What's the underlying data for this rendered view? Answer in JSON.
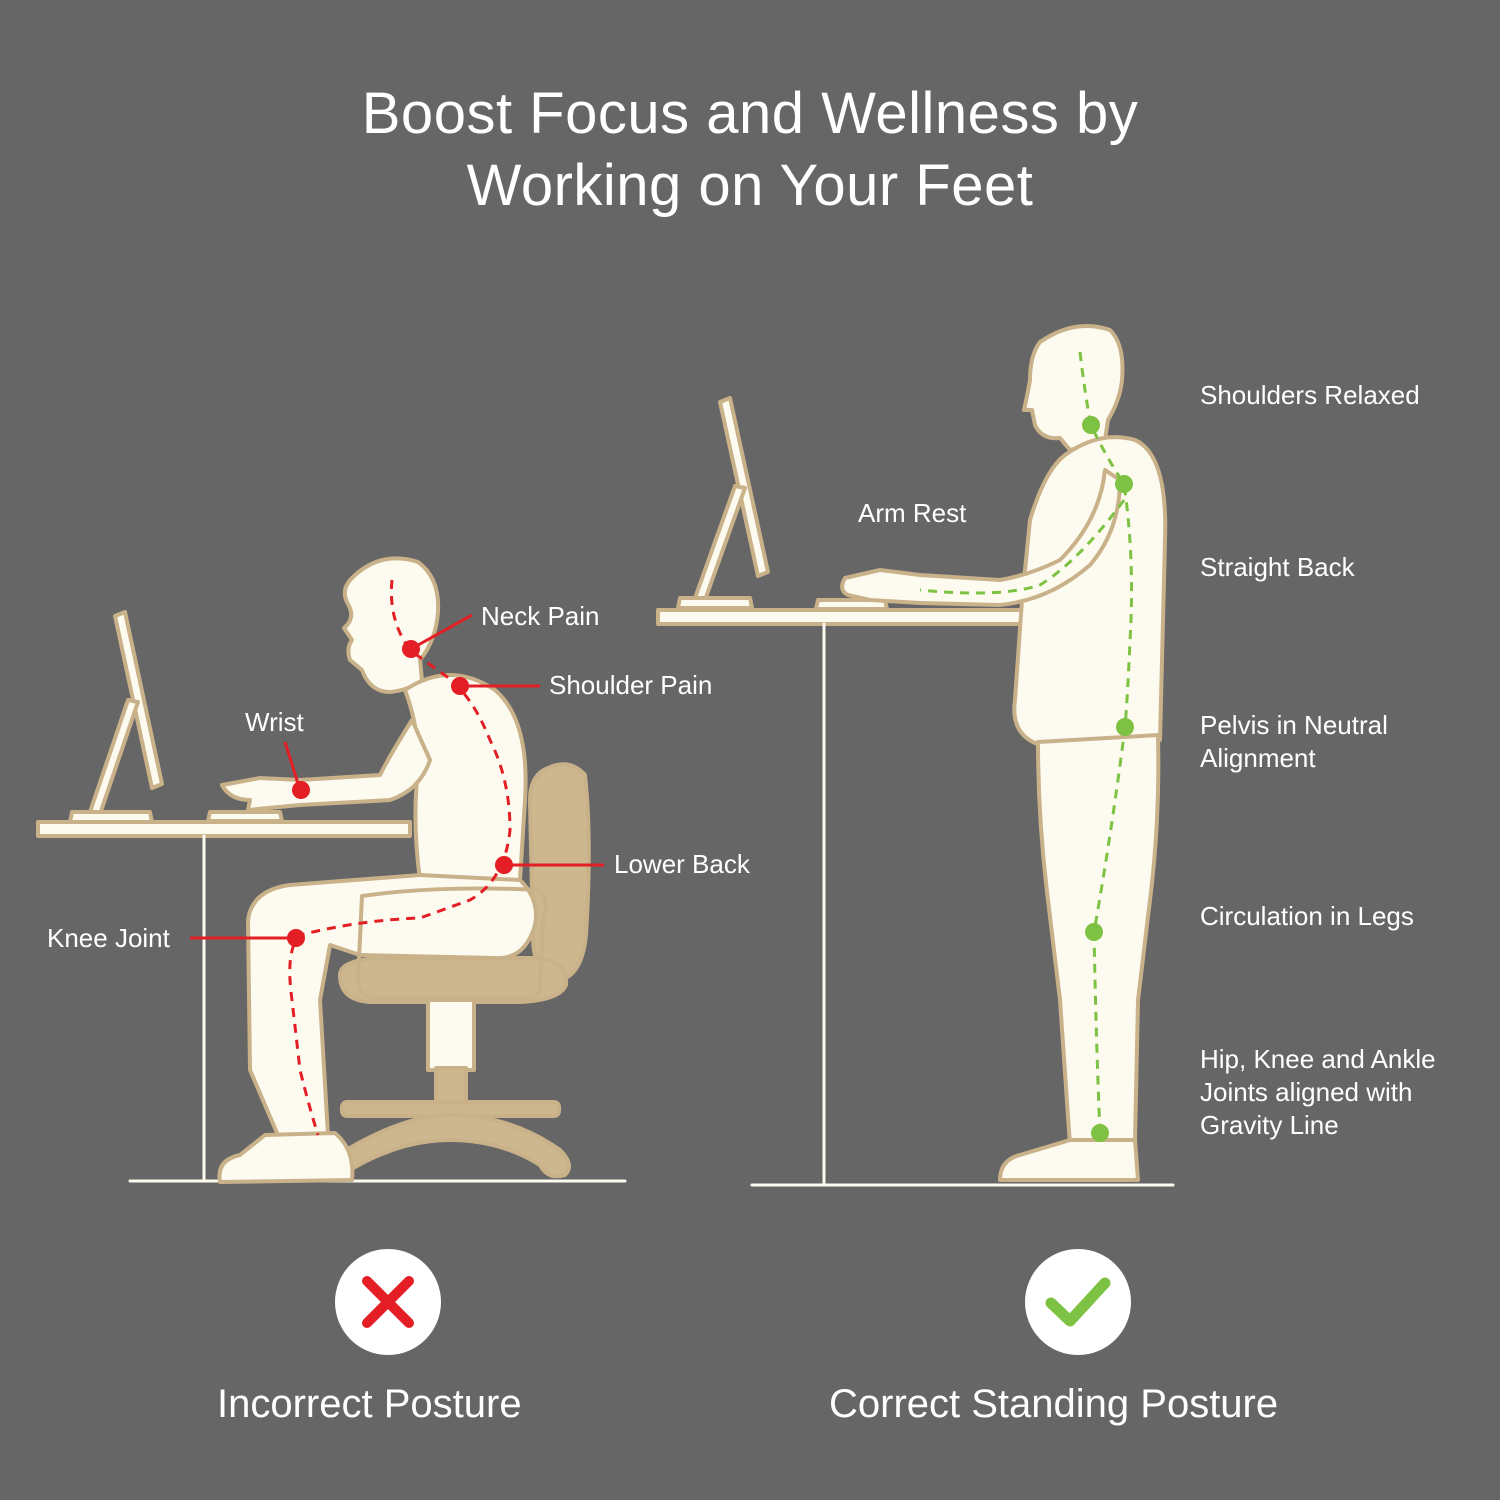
{
  "title": {
    "line1": "Boost Focus and Wellness by",
    "line2": "Working on Your Feet"
  },
  "colors": {
    "background": "#666666",
    "figure_fill": "#fdfaf0",
    "outline": "#c9b28a",
    "accent_tan": "#cdb78e",
    "pain_red": "#e31e24",
    "good_green": "#7dc242"
  },
  "incorrect": {
    "labels": {
      "neck": "Neck Pain",
      "shoulder": "Shoulder Pain",
      "wrist": "Wrist",
      "lower_back": "Lower Back",
      "knee": "Knee Joint"
    },
    "caption": "Incorrect Posture",
    "icon": "cross-icon"
  },
  "correct": {
    "labels": {
      "shoulders": "Shoulders Relaxed",
      "back": "Straight Back",
      "pelvis_1": "Pelvis in Neutral",
      "pelvis_2": "Alignment",
      "legs": "Circulation in Legs",
      "joints_1": "Hip, Knee and Ankle",
      "joints_2": "Joints aligned with",
      "joints_3": "Gravity Line",
      "arm_rest": "Arm Rest"
    },
    "caption": "Correct Standing Posture",
    "icon": "check-icon"
  }
}
